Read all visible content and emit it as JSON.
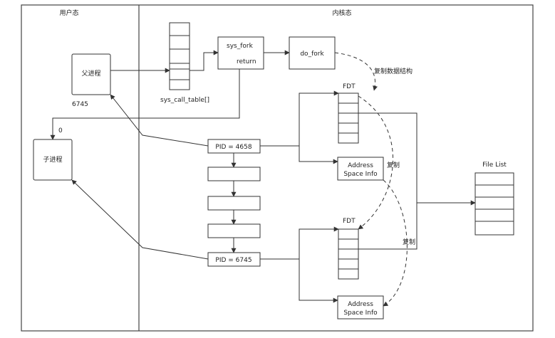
{
  "regions": {
    "user_space": "用户态",
    "kernel_space": "内核态"
  },
  "processes": {
    "parent": "父进程",
    "parent_pid": "6745",
    "child": "子进程",
    "child_return": "0"
  },
  "syscall": {
    "table_label": "sys_call_table[]",
    "sys_fork": "sys_fork",
    "return_label": "return",
    "do_fork": "do_fork",
    "copy_structures": "复制数据结构"
  },
  "kernel_nodes": {
    "pid_parent": "PID = 4658",
    "pid_child": "PID = 6745",
    "fdt_top": "FDT",
    "fdt_bottom": "FDT",
    "address_space_line1": "Address",
    "address_space_line2": "Space Info",
    "copy_label": "复制",
    "file_list": "File List"
  }
}
